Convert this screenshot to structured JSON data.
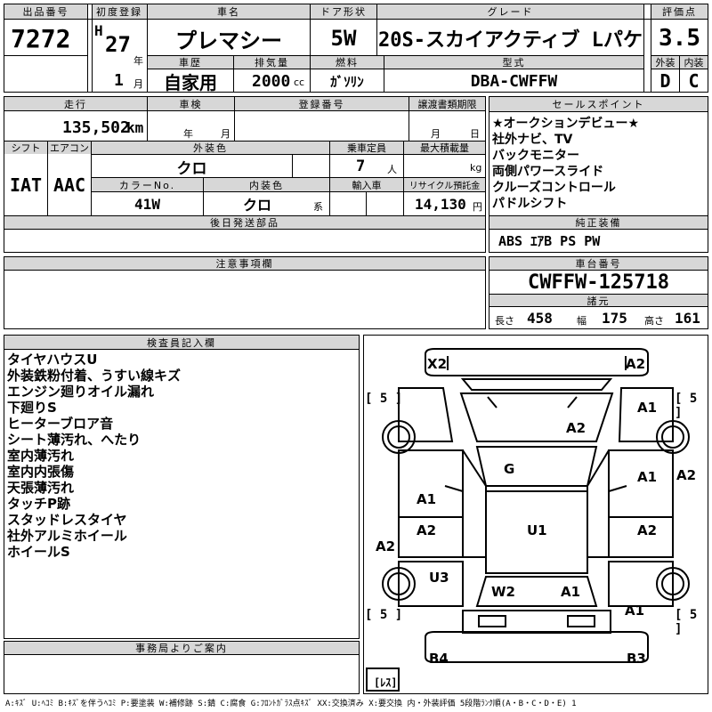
{
  "header": {
    "lot_label": "出品番号",
    "lot": "7272",
    "first_reg_label": "初度登録",
    "era": "H",
    "year": "27",
    "year_unit": "年",
    "month": "1",
    "month_unit": "月",
    "name_label": "車名",
    "name": "プレマシー",
    "door_label": "ドア形状",
    "door": "5W",
    "grade_label": "グレード",
    "grade": "20S-スカイアクティブ Lパケ",
    "score_label": "評価点",
    "score": "3.5",
    "history_label": "車歴",
    "history": "自家用",
    "displacement_label": "排気量",
    "displacement": "2000",
    "displacement_unit": "cc",
    "fuel_label": "燃料",
    "fuel": "ｶﾞｿﾘﾝ",
    "model_label": "型式",
    "model": "DBA-CWFFW",
    "exterior_label": "外装",
    "exterior": "D",
    "interior_label": "内装",
    "interior": "C"
  },
  "row2": {
    "mileage_label": "走行",
    "mileage": "135,502",
    "mileage_unit": "km",
    "inspection_label": "車検",
    "insp_year_unit": "年",
    "insp_month_unit": "月",
    "plate_label": "登録番号",
    "transfer_label": "譲渡書類期限",
    "tr_month_unit": "月",
    "tr_day_unit": "日",
    "shift_label": "シフト",
    "shift": "IAT",
    "ac_label": "エアコン",
    "ac": "AAC",
    "color_label": "外装色",
    "color": "クロ",
    "capacity_label": "乗車定員",
    "capacity": "7",
    "capacity_unit": "人",
    "load_label": "最大積載量",
    "load_unit": "kg",
    "color_no_label": "カラーNo.",
    "color_no": "41W",
    "int_color_label": "内装色",
    "int_color": "クロ",
    "int_color_unit": "系",
    "import_label": "輸入車",
    "recycle_label": "リサイクル預託金",
    "recycle": "14,130",
    "recycle_unit": "円",
    "later_label": "後日発送部品"
  },
  "sales_points": {
    "label": "セールスポイント",
    "items": [
      "★オークションデビュー★",
      "社外ナビ、TV",
      "バックモニター",
      "両側パワースライド",
      "クルーズコントロール",
      "パドルシフト"
    ]
  },
  "equipment": {
    "label": "純正装備",
    "value": "ABS ｴｱB PS PW"
  },
  "caution": {
    "label": "注意事項欄"
  },
  "chassis": {
    "label": "車台番号",
    "value": "CWFFW-125718"
  },
  "dimensions": {
    "label": "諸元",
    "length_label": "長さ",
    "length": "458",
    "width_label": "幅",
    "width": "175",
    "height_label": "高さ",
    "height": "161"
  },
  "inspector": {
    "label": "検査員記入欄",
    "lines": [
      "タイヤハウスU",
      "外装鉄粉付着、うすい線キズ",
      "エンジン廻りオイル漏れ",
      "下廻りS",
      "ヒーターブロア音",
      "シート薄汚れ、へたり",
      "室内薄汚れ",
      "室内内張傷",
      "天張薄汚れ",
      "タッチP跡",
      "スタッドレスタイヤ",
      "社外アルミホイール",
      "ホイールS"
    ]
  },
  "office": {
    "label": "事務局よりご案内"
  },
  "diagram": {
    "marks": {
      "front_left": "X2",
      "front_right": "A2",
      "fender_right": "A1",
      "hood": "A2",
      "right_edge": "A2",
      "glass": "G",
      "left_front_door": "A1",
      "right_front_door": "A1",
      "left_rear_door": "A2",
      "right_rear_door": "A2",
      "roof": "U1",
      "left_edge": "A2",
      "rear_left_quarter": "U3",
      "rear_right_quarter": "A1",
      "rear_window": "W2",
      "rear_fender_right": "A1",
      "rear_left": "B4",
      "rear_right": "B3"
    },
    "tires": {
      "front_left": "[ 5 ]",
      "front_right": "[ 5 ]",
      "rear_left": "[ 5 ]",
      "rear_right": "[ 5 ]",
      "spare": "[ﾚｽ]"
    }
  },
  "legend": "A:ｷｽﾞ U:ﾍｺﾐ B:ｷｽﾞを伴うﾍｺﾐ P:要塗装 W:補修跡 S:錆 C:腐食 G:ﾌﾛﾝﾄｶﾞﾗｽ点ｷｽﾞ XX:交換済み X:要交換 内・外装評価 5段階ﾗﾝｸ順(A・B・C・D・E) 1"
}
